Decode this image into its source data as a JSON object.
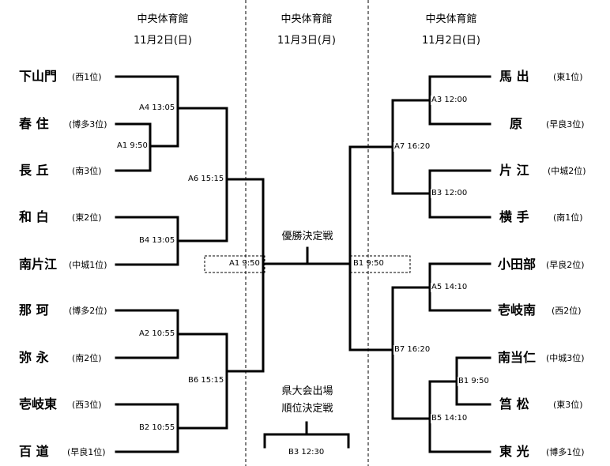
{
  "headers": {
    "left": {
      "venue": "中央体育館",
      "date": "11月2日(日)"
    },
    "center": {
      "venue": "中央体育館",
      "date": "11月3日(月)"
    },
    "right": {
      "venue": "中央体育館",
      "date": "11月2日(日)"
    }
  },
  "left_teams": [
    {
      "name": "下山門",
      "seed": "(西1位)"
    },
    {
      "name": "春 住",
      "seed": "(博多3位)"
    },
    {
      "name": "長 丘",
      "seed": "(南3位)"
    },
    {
      "name": "和 白",
      "seed": "(東2位)"
    },
    {
      "name": "南片江",
      "seed": "(中城1位)"
    },
    {
      "name": "那 珂",
      "seed": "(博多2位)"
    },
    {
      "name": "弥 永",
      "seed": "(南2位)"
    },
    {
      "name": "壱岐東",
      "seed": "(西3位)"
    },
    {
      "name": "百 道",
      "seed": "(早良1位)"
    }
  ],
  "right_teams": [
    {
      "name": "馬 出",
      "seed": "(東1位)"
    },
    {
      "name": "原",
      "seed": "(早良3位)"
    },
    {
      "name": "片 江",
      "seed": "(中城2位)"
    },
    {
      "name": "横 手",
      "seed": "(南1位)"
    },
    {
      "name": "小田部",
      "seed": "(早良2位)"
    },
    {
      "name": "壱岐南",
      "seed": "(西2位)"
    },
    {
      "name": "南当仁",
      "seed": "(中城3位)"
    },
    {
      "name": "筥 松",
      "seed": "(東3位)"
    },
    {
      "name": "東 光",
      "seed": "(博多1位)"
    }
  ],
  "match_labels": {
    "a4": "A4 13:05",
    "a1l": "A1 9:50",
    "b4": "B4 13:05",
    "a6": "A6 15:15",
    "a2": "A2 10:55",
    "b2": "B2 10:55",
    "b6": "B6 15:15",
    "final_a": "A1 9:50",
    "final_b": "B1 9:50",
    "a3": "A3 12:00",
    "a7": "A7 16:20",
    "b3": "B3 12:00",
    "a5": "A5 14:10",
    "b7": "B7 16:20",
    "b1r": "B1 9:50",
    "b5": "B5 14:10",
    "b3c": "B3 12:30"
  },
  "center": {
    "final_title": "優勝決定戦",
    "playoff_line1": "県大会出場",
    "playoff_line2": "順位決定戦"
  }
}
